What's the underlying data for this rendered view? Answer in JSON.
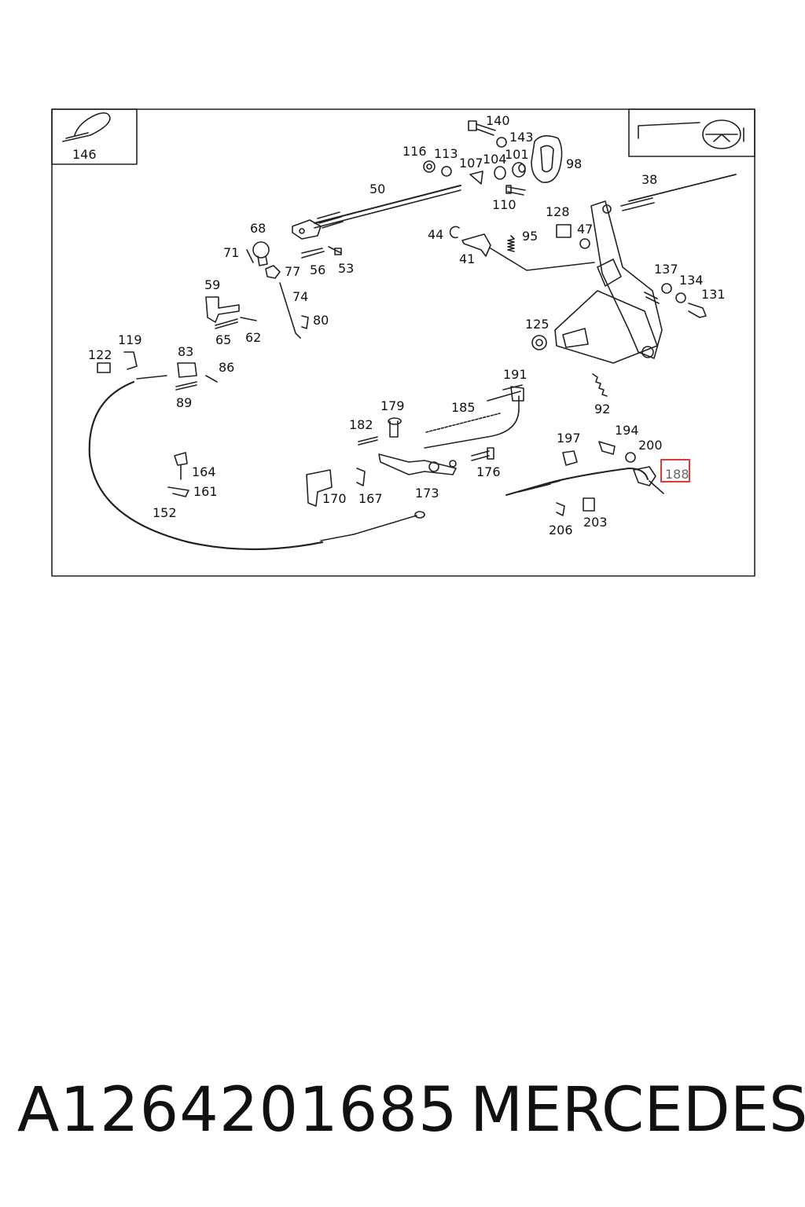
{
  "labels": [
    {
      "id": "146",
      "text": "146"
    },
    {
      "id": "140",
      "text": "140"
    },
    {
      "id": "143",
      "text": "143"
    },
    {
      "id": "116",
      "text": "116"
    },
    {
      "id": "113",
      "text": "113"
    },
    {
      "id": "107",
      "text": "107"
    },
    {
      "id": "104",
      "text": "104"
    },
    {
      "id": "101",
      "text": "101"
    },
    {
      "id": "98",
      "text": "98"
    },
    {
      "id": "110",
      "text": "110"
    },
    {
      "id": "50",
      "text": "50"
    },
    {
      "id": "38",
      "text": "38"
    },
    {
      "id": "128",
      "text": "128"
    },
    {
      "id": "44",
      "text": "44"
    },
    {
      "id": "95",
      "text": "95"
    },
    {
      "id": "47",
      "text": "47"
    },
    {
      "id": "41",
      "text": "41"
    },
    {
      "id": "68",
      "text": "68"
    },
    {
      "id": "71",
      "text": "71"
    },
    {
      "id": "77",
      "text": "77"
    },
    {
      "id": "56",
      "text": "56"
    },
    {
      "id": "53",
      "text": "53"
    },
    {
      "id": "74",
      "text": "74"
    },
    {
      "id": "59",
      "text": "59"
    },
    {
      "id": "80",
      "text": "80"
    },
    {
      "id": "65",
      "text": "65"
    },
    {
      "id": "62",
      "text": "62"
    },
    {
      "id": "137",
      "text": "137"
    },
    {
      "id": "134",
      "text": "134"
    },
    {
      "id": "131",
      "text": "131"
    },
    {
      "id": "125",
      "text": "125"
    },
    {
      "id": "119",
      "text": "119"
    },
    {
      "id": "122",
      "text": "122"
    },
    {
      "id": "83",
      "text": "83"
    },
    {
      "id": "86",
      "text": "86"
    },
    {
      "id": "89",
      "text": "89"
    },
    {
      "id": "191",
      "text": "191"
    },
    {
      "id": "92",
      "text": "92"
    },
    {
      "id": "179",
      "text": "179"
    },
    {
      "id": "185",
      "text": "185"
    },
    {
      "id": "182",
      "text": "182"
    },
    {
      "id": "197",
      "text": "197"
    },
    {
      "id": "194",
      "text": "194"
    },
    {
      "id": "200",
      "text": "200"
    },
    {
      "id": "164",
      "text": "164"
    },
    {
      "id": "176",
      "text": "176"
    },
    {
      "id": "161",
      "text": "161"
    },
    {
      "id": "170",
      "text": "170"
    },
    {
      "id": "167",
      "text": "167"
    },
    {
      "id": "173",
      "text": "173"
    },
    {
      "id": "152",
      "text": "152"
    },
    {
      "id": "206",
      "text": "206"
    },
    {
      "id": "203",
      "text": "203"
    }
  ],
  "highlight": {
    "text": "188",
    "color": "#e53935"
  },
  "footer": {
    "part_number": "A1264201685",
    "brand": "MERCEDES"
  }
}
